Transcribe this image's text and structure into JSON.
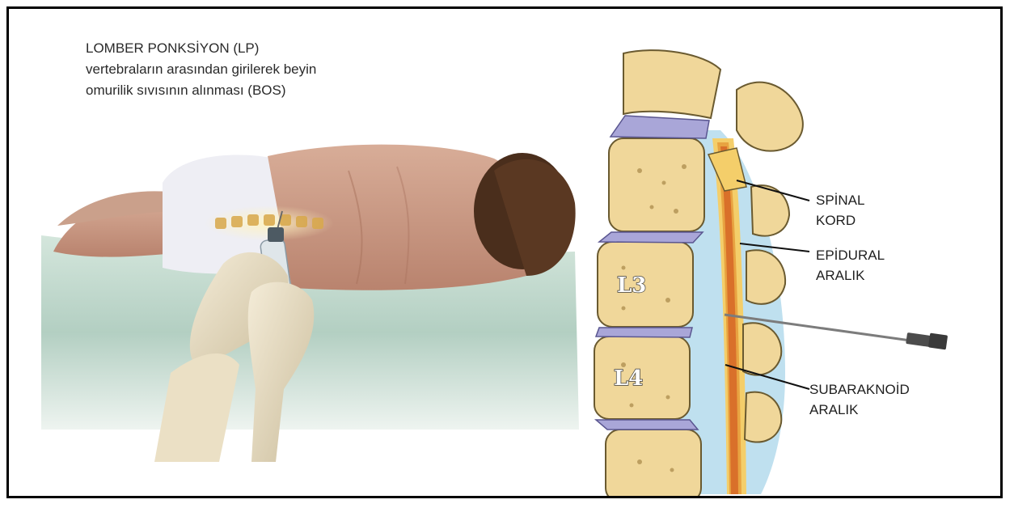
{
  "caption": {
    "line1": "LOMBER PONKSİYON (LP)",
    "line2": "vertebraların arasından girilerek beyin",
    "line3": "omurilik sıvısının alınması (BOS)"
  },
  "labels": {
    "spinal_kord": [
      "SPİNAL",
      "KORD"
    ],
    "epidural": [
      "EPİDURAL",
      "ARALIK"
    ],
    "subaraknoid": [
      "SUBARAKNOİD",
      "ARALIK"
    ]
  },
  "vertebrae": [
    "L3",
    "L4"
  ],
  "colors": {
    "bone": "#f0d79a",
    "disc": "#a9a6d8",
    "spinal_cord": "#d9702a",
    "csf": "#bfe0ef",
    "skin": "#c79a86",
    "sheet": "#b9d3c6"
  },
  "icons": [
    "needle-icon",
    "gloved-hand-icon"
  ]
}
